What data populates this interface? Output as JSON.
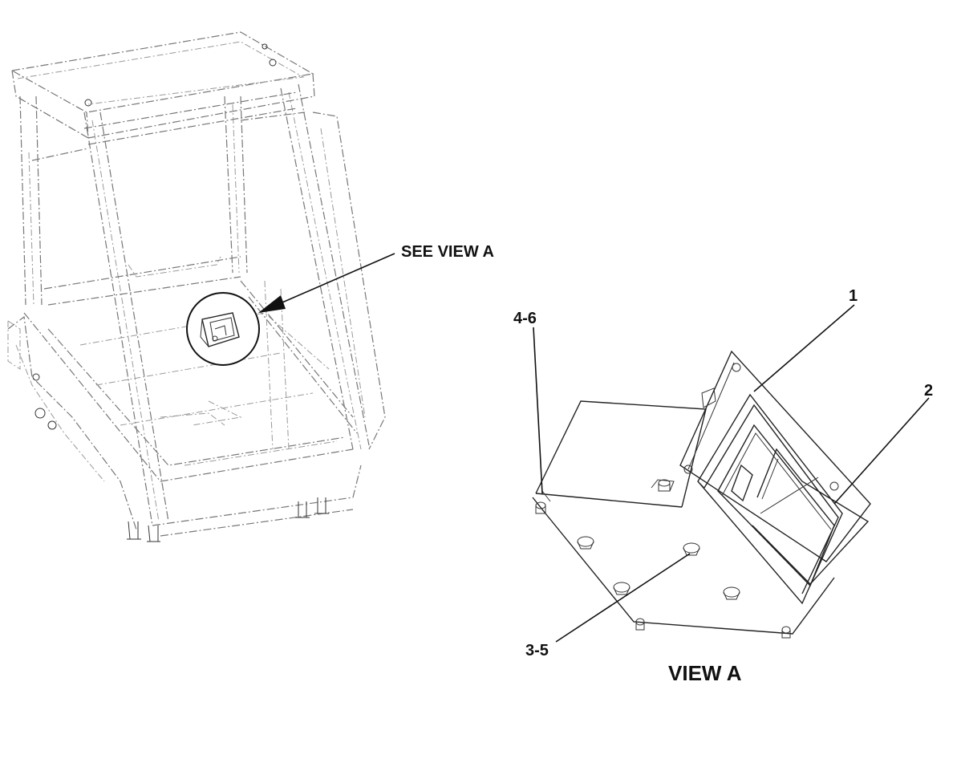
{
  "labels": {
    "see_view": "SEE VIEW A",
    "view_title": "VIEW A",
    "item_1": "1",
    "item_2": "2",
    "item_3_5": "3-5",
    "item_4_6": "4-6"
  }
}
